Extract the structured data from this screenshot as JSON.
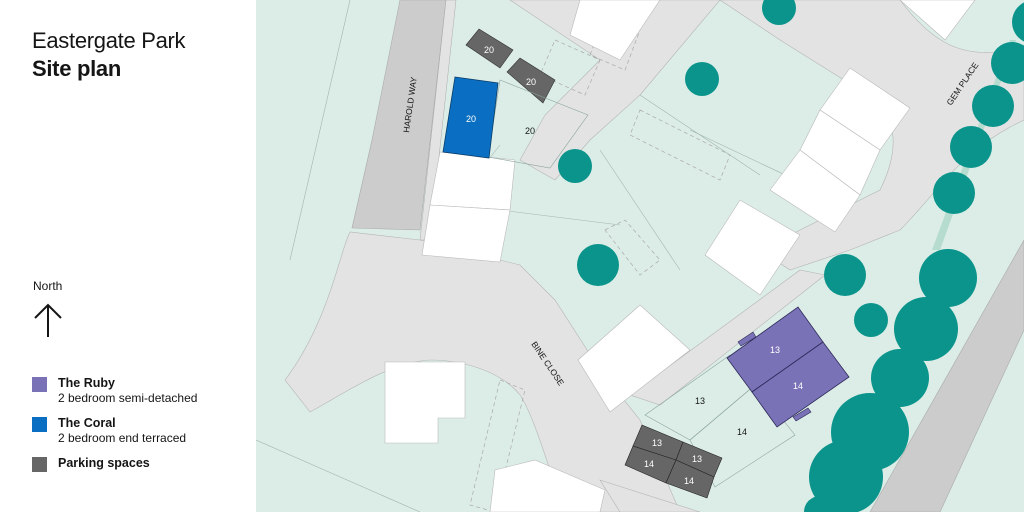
{
  "header": {
    "title": "Eastergate Park",
    "subtitle": "Site plan"
  },
  "compass": {
    "label": "North",
    "icon": "north-arrow-icon"
  },
  "legend": {
    "items": [
      {
        "name": "The Ruby",
        "description": "2 bedroom semi-detached",
        "color": "#7a72b6"
      },
      {
        "name": "The Coral",
        "description": "2 bedroom end terraced",
        "color": "#0a6fc2"
      },
      {
        "name": "Parking spaces",
        "description": "",
        "color": "#666666"
      }
    ]
  },
  "map": {
    "colors": {
      "grass": "#dcede7",
      "road": "#e3e3e3",
      "main_road": "#cccccc",
      "house": "#ffffff",
      "tree": "#0a948b",
      "ruby": "#7a72b6",
      "coral": "#0a6fc2",
      "parking": "#666666"
    },
    "street_labels": {
      "harold_way": "HAROLD WAY",
      "gem_place": "GEM PLACE",
      "bine_close": "BINE CLOSE"
    },
    "plots": {
      "coral_unit": "20",
      "coral_garden": "20",
      "coral_parking_1": "20",
      "coral_parking_2": "20",
      "ruby_unit_13": "13",
      "ruby_unit_14": "14",
      "ruby_garden_13": "13",
      "ruby_garden_14": "14",
      "ruby_parking_13a": "13",
      "ruby_parking_14a": "14",
      "ruby_parking_13b": "13",
      "ruby_parking_14b": "14"
    }
  }
}
